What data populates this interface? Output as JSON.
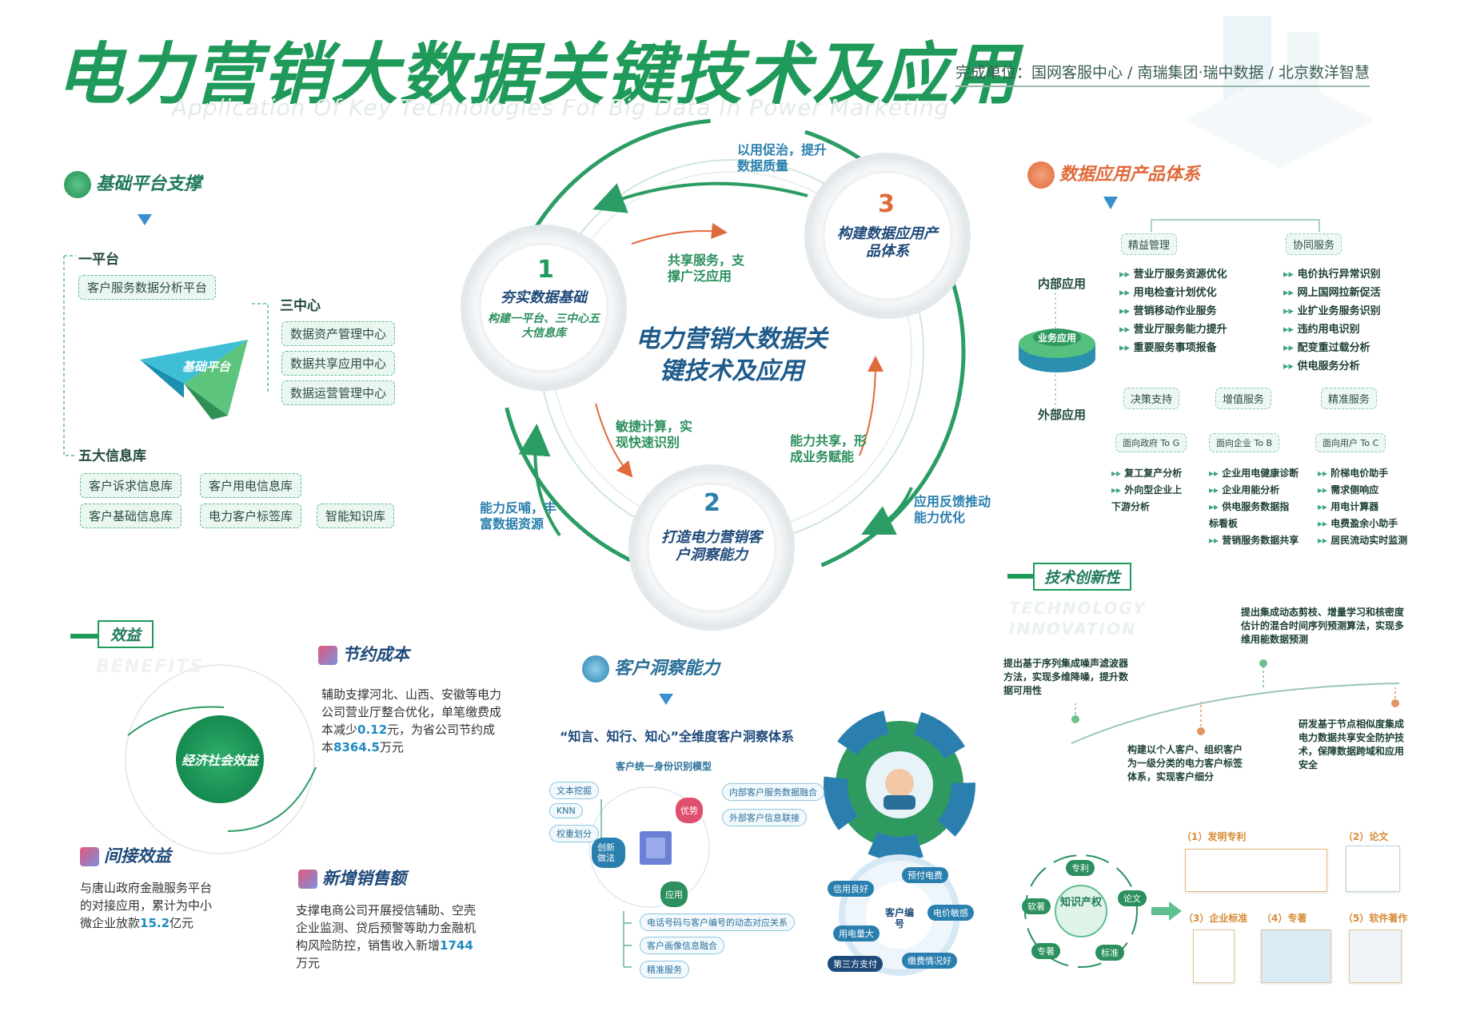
{
  "header": {
    "title": "电力营销大数据关键技术及应用",
    "subtitle_en": "Application Of Key Technologies For Big Data In Power Marketing",
    "units": "完成单位：国网客服中心 / 南瑞集团·瑞中数据 / 北京数洋智慧"
  },
  "platform": {
    "heading": "基础平台支撑",
    "one_platform_label": "一平台",
    "one_platform_item": "客户服务数据分析平台",
    "three_centers_label": "三中心",
    "centers": [
      "数据资产管理中心",
      "数据共享应用中心",
      "数据运营管理中心"
    ],
    "pyramid_label": "基础平台",
    "five_db_label": "五大信息库",
    "dbs": [
      "客户诉求信息库",
      "客户用电信息库",
      "客户基础信息库",
      "电力客户标签库",
      "智能知识库"
    ]
  },
  "cycle": {
    "center_title": "电力营销大数据关键技术及应用",
    "c1_num": "1",
    "c1_title": "夯实数据基础",
    "c1_sub": "构建一平台、三中心五大信息库",
    "c2_num": "2",
    "c2_title": "打造电力营销客户洞察能力",
    "c3_num": "3",
    "c3_title": "构建数据应用产品体系",
    "t_top": "以用促治，提升数据质量",
    "t_share": "共享服务，支撑广泛应用",
    "t_agile": "敏捷计算，实现快速识别",
    "t_cap_share": "能力共享，形成业务赋能",
    "t_feedback_left": "能力反哺，丰富数据资源",
    "t_feedback_right": "应用反馈推动能力优化"
  },
  "products": {
    "heading": "数据应用产品体系",
    "top_left": "精益管理",
    "top_right": "协同服务",
    "internal_label": "内部应用",
    "external_label": "外部应用",
    "disk_label": "业务应用",
    "lean_items": [
      "营业厅服务资源优化",
      "用电检查计划优化",
      "营销移动作业服务",
      "营业厅服务能力提升",
      "重要服务事项报备"
    ],
    "coop_items": [
      "电价执行异常识别",
      "网上国网拉新促活",
      "业扩业务服务识别",
      "违约用电识别",
      "配变重过载分析",
      "供电服务分析"
    ],
    "bottom_headers": [
      "决策支持",
      "增值服务",
      "精准服务"
    ],
    "bottom_targets": [
      "面向政府 To G",
      "面向企业 To B",
      "面向用户 To C"
    ],
    "gov_items": [
      "复工复产分析",
      "外向型企业上下游分析"
    ],
    "biz_items": [
      "企业用电健康诊断",
      "企业用能分析",
      "供电服务数据指标看板",
      "营销服务数据共享"
    ],
    "user_items": [
      "阶梯电价助手",
      "需求侧响应",
      "用电计算器",
      "电费盈余小助手",
      "居民流动实时监测"
    ]
  },
  "innovation": {
    "heading": "技术创新性",
    "heading_en": "TECHNOLOGY INNOVATION",
    "p1": "提出基于序列集成噪声滤波器方法，实现多维降噪，提升数据可用性",
    "p2": "构建以个人客户、组织客户为一级分类的电力客户标签体系，实现客户细分",
    "p3": "提出集成动态剪枝、增量学习和核密度估计的混合时间序列预测算法，实现多维用能数据预测",
    "p4": "研发基于节点相似度集成电力数据共享安全防护技术，保障数据跨域和应用安全"
  },
  "ip": {
    "center": "知识产权",
    "nodes": [
      "专利",
      "论文",
      "标准",
      "专著",
      "软著"
    ],
    "docs": [
      "（1）发明专利",
      "（2）论文",
      "（3）企业标准",
      "（4）专著",
      "（5）软件著作"
    ]
  },
  "benefits": {
    "heading": "效益",
    "heading_en": "BENEFITS",
    "center": "经济社会效益",
    "save_title": "节约成本",
    "save_text_a": "辅助支撑河北、山西、安徽等电力公司营业厅整合优化，单笔缴费成本减少",
    "save_num1": "0.12",
    "save_text_b": "元，为省公司节约成本",
    "save_num2": "8364.5",
    "save_text_c": "万元",
    "indirect_title": "间接效益",
    "indirect_text_a": "与唐山政府金融服务平台的对接应用，累计为中小微企业放款",
    "indirect_num": "15.2",
    "indirect_text_b": "亿元",
    "sales_title": "新增销售额",
    "sales_text_a": "支撑电商公司开展授信辅助、空壳企业监测、贷后预警等助力金融机构风险防控，销售收入新增",
    "sales_num": "1744",
    "sales_text_b": "万元"
  },
  "insight": {
    "heading": "客户洞察能力",
    "system": "“知言、知行、知心”全维度客户洞察体系",
    "model": "客户统一身份识别模型",
    "left_tags": [
      "文本挖掘",
      "KNN",
      "权重划分"
    ],
    "right_tags": [
      "内部客户服务数据融合",
      "外部客户信息联接"
    ],
    "nodes": [
      "优势",
      "创新做法",
      "应用"
    ],
    "bottom_tags": [
      "电话号码与客户编号的动态对应关系",
      "客户画像信息融合",
      "精准服务"
    ],
    "ring_labels": [
      "信用良好",
      "用电量大",
      "第三方支付",
      "预付电费",
      "电价敏感",
      "缴费情况好"
    ],
    "ring_center": "客户编号"
  },
  "colors": {
    "green": "#1f9a5a",
    "blue": "#2a7fae",
    "orange": "#e06a3a"
  }
}
